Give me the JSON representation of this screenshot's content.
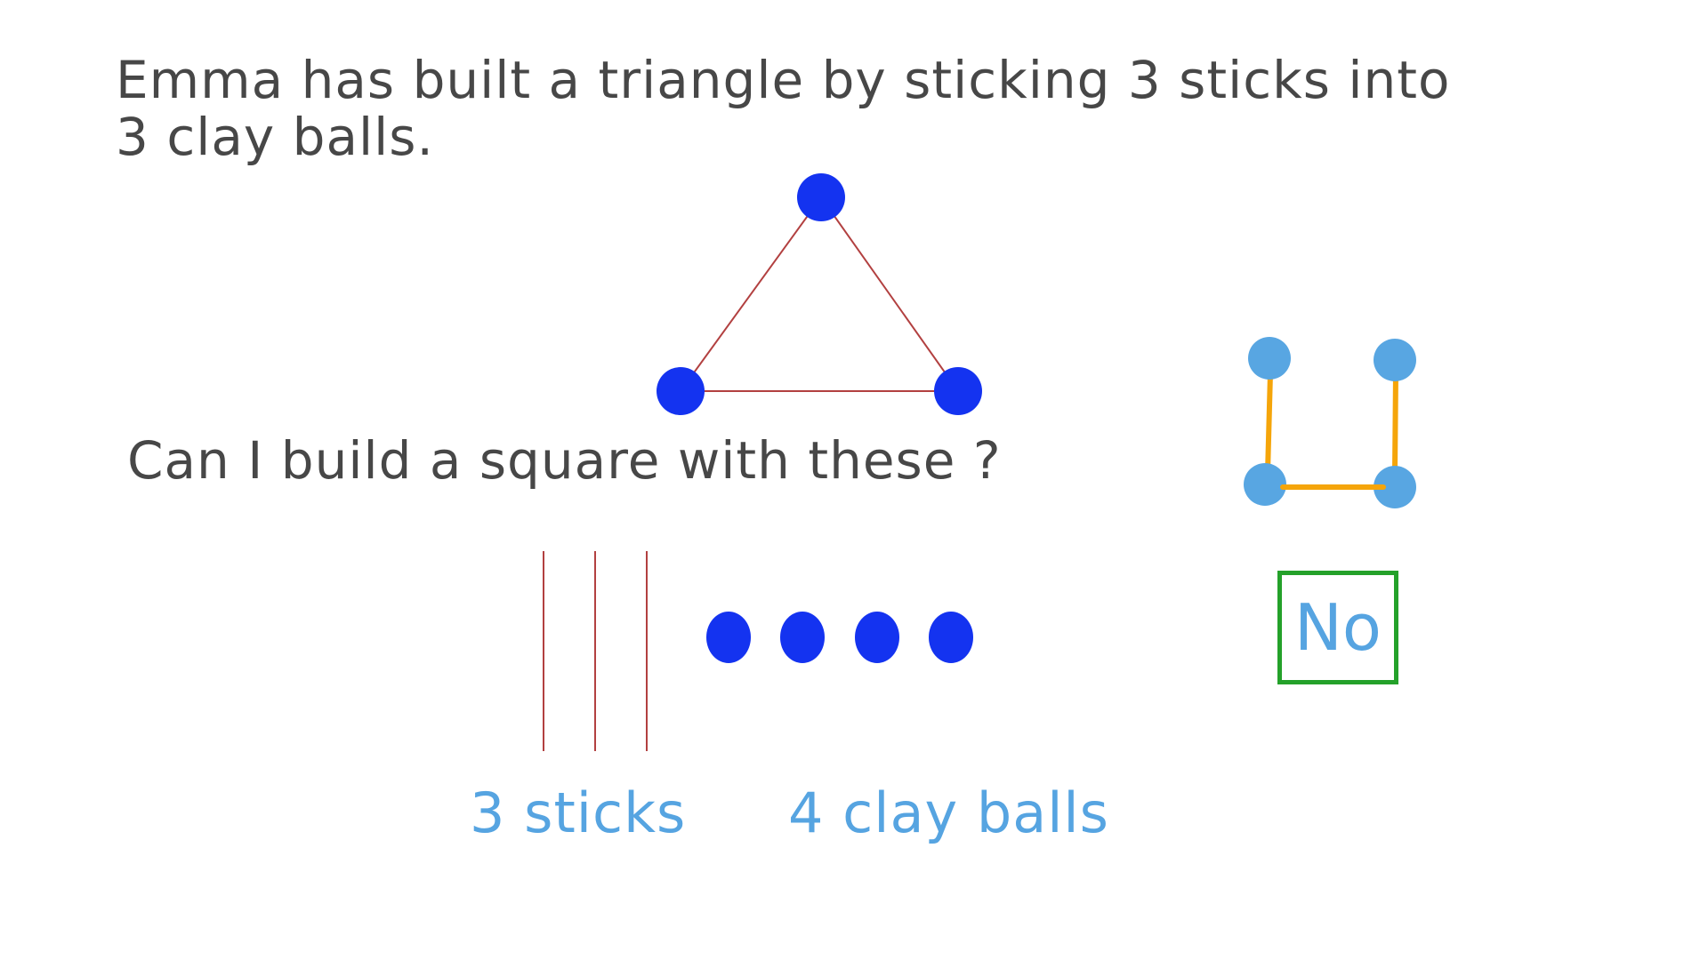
{
  "problem": {
    "intro_line1": "Emma has built a triangle by sticking 3 sticks into",
    "intro_line2": "3 clay balls.",
    "question": "Can I build a square with these ?"
  },
  "materials": {
    "sticks_label": "3 sticks",
    "balls_label": "4 clay balls",
    "stick_count": 3,
    "ball_count": 4
  },
  "answer": {
    "text": "No"
  },
  "colors": {
    "text": "#474747",
    "clay_ball": "#1433f0",
    "stick": "#b24040",
    "label_blue": "#56a4e1",
    "square_ball": "#58a6e2",
    "square_stick": "#f5a50a",
    "answer_border": "#24a12a"
  }
}
